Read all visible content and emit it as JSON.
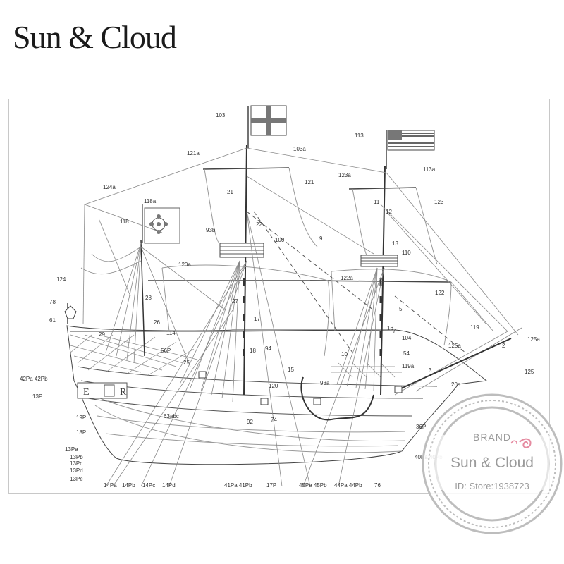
{
  "header": {
    "brand_title": "Sun & Cloud"
  },
  "stamp": {
    "brand": "BRAND",
    "name": "Sun & Cloud",
    "store_id": "ID: Store:1938723"
  },
  "colors": {
    "line": "#555555",
    "light_line": "#9a9a9a",
    "stamp": "#bdbdbd",
    "stamp_text": "#9a9a9a",
    "accent_pink": "#e58aa0"
  },
  "labels": {
    "l103": "103",
    "l103a": "103a",
    "l113": "113",
    "l113a": "113a",
    "l121a": "121a",
    "l121": "121",
    "l123a": "123a",
    "l123": "123",
    "l124a": "124a",
    "l118a": "118a",
    "l118": "118",
    "l93b": "93b",
    "l100": "100",
    "l110": "110",
    "l120a": "120a",
    "l122a": "122a",
    "l122": "122",
    "l124": "124",
    "l78": "78",
    "l61": "61",
    "l29": "29",
    "l114": "114",
    "l56P": "56P",
    "l94": "94",
    "l104": "104",
    "l54": "54",
    "l119": "119",
    "l125a_left": "125a",
    "l125a": "125a",
    "l119a": "119a",
    "l125": "125",
    "l93a": "93a",
    "l120": "120",
    "l15": "15",
    "l42Pa42Pb": "42Pa 42Pb",
    "l13P": "13P",
    "l63abc": "63abc",
    "l19P": "19P",
    "l18P": "18P",
    "l13Pa": "13Pa",
    "l13Pb": "13Pb",
    "l13Pc": "13Pc",
    "l13Pd": "13Pd",
    "l13Pe": "13Pe",
    "l92": "92",
    "l74": "74",
    "l14Pa": "14Pa",
    "l14Pb": "14Pb",
    "l14Pc": "14Pc",
    "l14Pd": "14Pd",
    "l41Pa41Pb": "41Pa 41Pb",
    "l17P": "17P",
    "l45Pa45Pb": "45Pa 45Pb",
    "l44Pa44Pb": "44Pa 44Pb",
    "l76": "76",
    "l40Pa": "40Pa 40Pb",
    "l36P": "36P",
    "l20a": "20a",
    "l21": "21",
    "l22": "22",
    "l12": "12",
    "l11": "11",
    "l13": "13",
    "l9": "9",
    "l17": "17",
    "l18": "18",
    "l25": "25",
    "l26": "26",
    "l27": "27",
    "l28": "28",
    "l10": "10",
    "l2": "2",
    "l3": "3",
    "l5": "5",
    "l7": "7",
    "l16": "16",
    "lE": "E",
    "lR": "R"
  }
}
